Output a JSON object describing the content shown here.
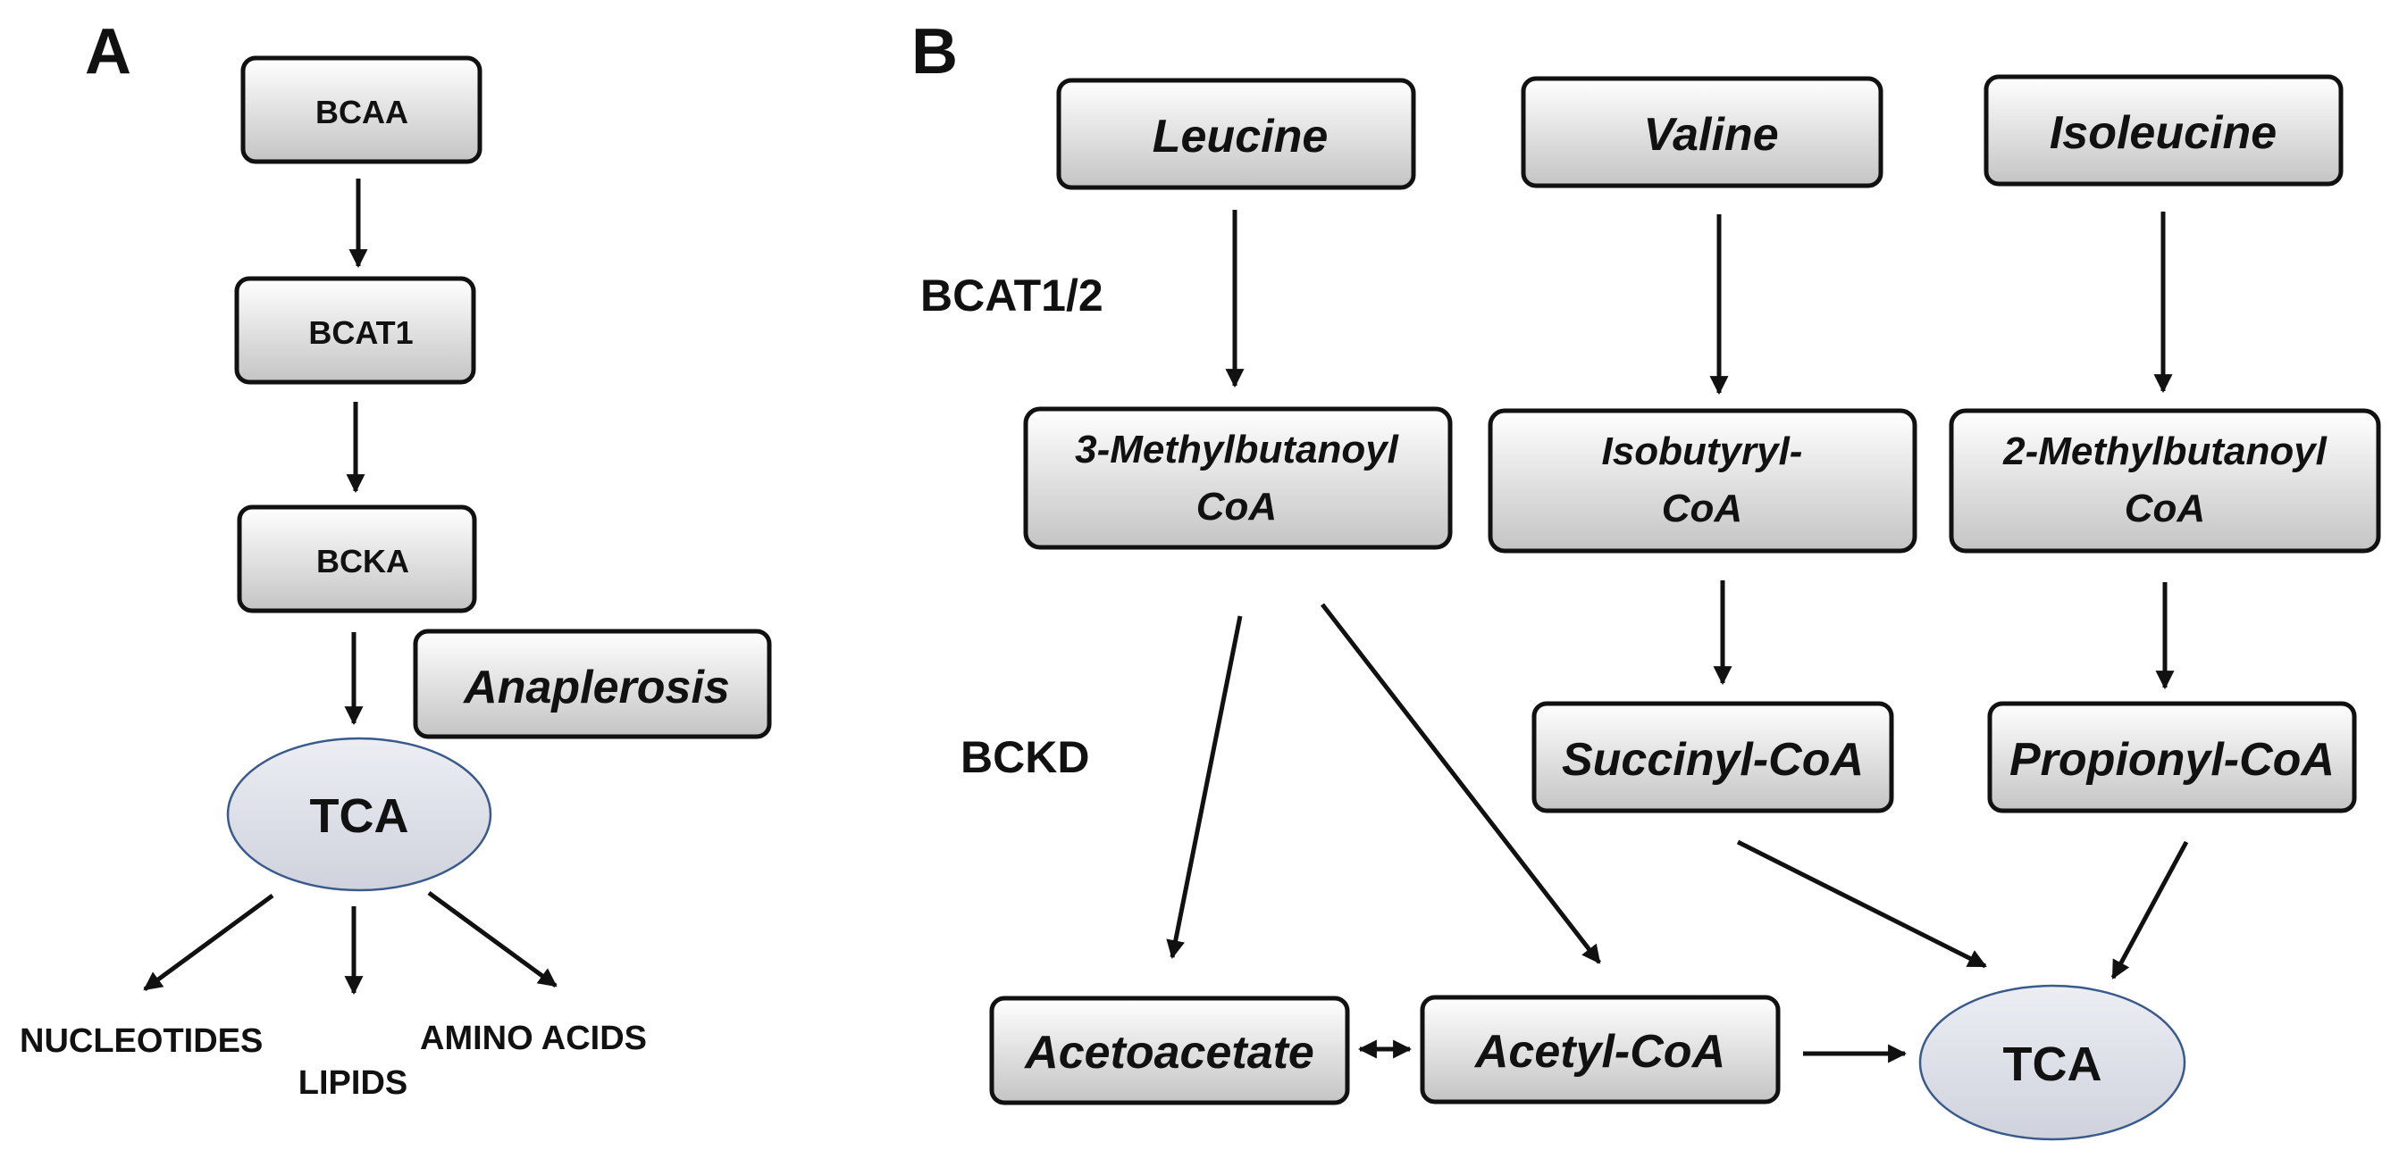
{
  "panel_a": {
    "label": "A",
    "bcaa": "BCAA",
    "bcat1": "BCAT1",
    "bcka": "BCKA",
    "anaplerosis": "Anaplerosis",
    "tca": "TCA",
    "nucleotides": "NUCLEOTIDES",
    "lipids": "LIPIDS",
    "amino_acids": "AMINO ACIDS"
  },
  "panel_b": {
    "label": "B",
    "leucine": "Leucine",
    "valine": "Valine",
    "isoleucine": "Isoleucine",
    "bcat12": "BCAT1/2",
    "methylbutanoyl3_line1": "3-Methylbutanoyl",
    "methylbutanoyl3_line2": "CoA",
    "isobutyryl_line1": "Isobutyryl-",
    "isobutyryl_line2": "CoA",
    "methylbutanoyl2_line1": "2-Methylbutanoyl",
    "methylbutanoyl2_line2": "CoA",
    "bckd": "BCKD",
    "succinyl": "Succinyl-CoA",
    "propionyl": "Propionyl-CoA",
    "acetoacetate": "Acetoacetate",
    "acetyl": "Acetyl-CoA",
    "tca": "TCA"
  },
  "colors": {
    "box_top": "#ffffff",
    "box_bottom": "#c4c4c4",
    "tca_fill": "#dfe0e8",
    "tca_stroke": "#3a5a8c",
    "line": "#111111"
  }
}
